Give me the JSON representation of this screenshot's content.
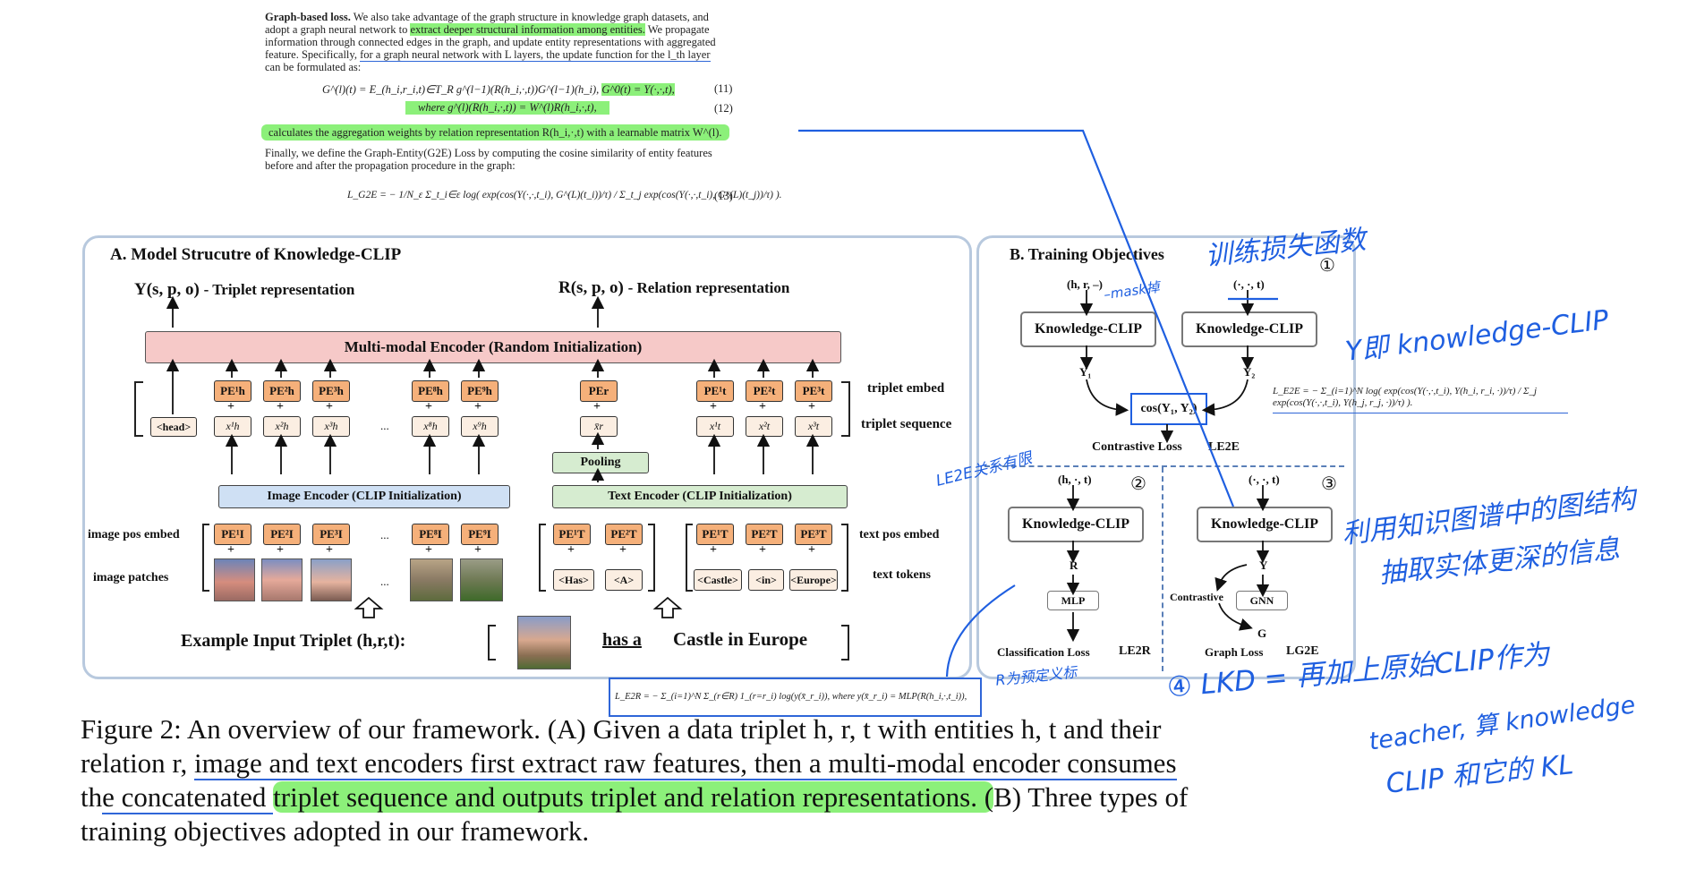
{
  "paper": {
    "heading": "Graph-based loss.",
    "p1_a": "We also take advantage of the graph structure in knowledge graph datasets, and",
    "p1_b_pre": "adopt a graph neural network to ",
    "p1_b_hl": "extract deeper structural information among entities.",
    "p1_b_post": " We propagate",
    "p1_c": "information through connected edges in the graph, and update entity representations with aggregated",
    "p1_d_pre": "feature. Specifically, ",
    "p1_d_ul": "for a graph neural network with L layers, the update function for the l_th layer",
    "p1_e": "can be formulated as:",
    "eq11_lhs": "G^(l)(t) = E_(h_i,r_i,t)∈T_R g^(l−1)(R(h_i,·,t))G^(l−1)(h_i),",
    "eq11_hl": "G^0(t) = Y(·,·,t),",
    "eq11_num": "(11)",
    "eq12": "where  g^(l)(R(h_i,·,t)) = W^(l)R(h_i,·,t),",
    "eq12_num": "(12)",
    "p2_hl": "calculates the aggregation weights by relation representation R(h_i,·,t) with a learnable matrix W^(l).",
    "p3_a": "Finally, we define the Graph-Entity(G2E) Loss by computing the cosine similarity of entity features",
    "p3_b": "before and after the propagation procedure in the graph:",
    "eq13": "L_G2E = − 1/N_ε Σ_t_i∈ε log( exp(cos(Y(·,·,t_i), G^(L)(t_i))/τ) / Σ_t_j exp(cos(Y(·,·,t_i), G^(L)(t_j))/τ) ).",
    "eq13_num": "(13)"
  },
  "panelA": {
    "title": "A. Model Strucutre of Knowledge-CLIP",
    "y_label": "Y(s, p, o)",
    "y_desc": "- Triplet representation",
    "r_label": "R(s, p, o)",
    "r_desc": "- Relation representation",
    "mm_encoder": "Multi-modal Encoder (Random Initialization)",
    "head": "<head>",
    "pe_h": [
      "PE¹h",
      "PE²h",
      "PE³h",
      "PE⁸h",
      "PE⁹h"
    ],
    "pe_r": "PEr",
    "pe_t": [
      "PE¹t",
      "PE²t",
      "PE³t"
    ],
    "x_h": [
      "x¹h",
      "x²h",
      "x³h",
      "x⁸h",
      "x⁹h"
    ],
    "x_r": "x̄r",
    "x_t": [
      "x¹t",
      "x²t",
      "x³t"
    ],
    "dots": "...",
    "triplet_embed": "triplet embed",
    "triplet_sequence": "triplet sequence",
    "pooling": "Pooling",
    "image_encoder": "Image Encoder (CLIP Initialization)",
    "text_encoder": "Text Encoder (CLIP Initialization)",
    "pe_I": [
      "PE¹I",
      "PE²I",
      "PE³I",
      "PE⁸I",
      "PE⁹I"
    ],
    "pe_T_rel": [
      "PE¹T",
      "PE²T"
    ],
    "pe_T_tail": [
      "PE¹T",
      "PE²T",
      "PE³T"
    ],
    "image_pos_embed": "image pos embed",
    "image_patches": "image patches",
    "text_pos_embed": "text pos embed",
    "text_tokens": "text tokens",
    "tokens_rel": [
      "<Has>",
      "<A>"
    ],
    "tokens_tail": [
      "<Castle>",
      "<in>",
      "<Europe>"
    ],
    "example": "Example Input Triplet (h,r,t):",
    "has_a": "has a",
    "castle": "Castle in Europe",
    "plus": "+"
  },
  "panelB": {
    "title": "B. Training Objectives",
    "in1": "(h, r, –)",
    "in2": "(·, ·, t)",
    "kc": "Knowledge-CLIP",
    "y1": "Y₁",
    "y2": "Y₂",
    "cos": "cos(Y₁, Y₂)",
    "contrastive_loss": "Contrastive Loss",
    "l_e2e": "LE2E",
    "in3": "(h, ·, t)",
    "in4": "(·, ·, t)",
    "r": "R",
    "y": "Y",
    "mlp": "MLP",
    "gnn": "GNN",
    "g": "G",
    "contrastive": "Contrastive",
    "class_loss": "Classification Loss",
    "l_e2r": "LE2R",
    "graph_loss": "Graph Loss",
    "l_g2e": "LG2E",
    "n1": "①",
    "n2": "②",
    "n3": "③"
  },
  "side_eq": "L_E2E = − Σ_(i=1)^N log( exp(cos(Y(·,·,t_i), Y(h_i, r_i, ·))/τ) / Σ_j exp(cos(Y(·,·,t_i), Y(h_j, r_j, ·))/τ) ).",
  "bottom_eq": "L_E2R = − Σ_(i=1)^N Σ_(r∈R) 1_(r=r_i) log(y(x̄_r_i)),  where  y(x̄_r_i) = MLP(R(h_i,·,t_i)),",
  "caption": {
    "l1": "Figure 2: An overview of our framework. (A) Given a data triplet h, r, t with entities h, t and their",
    "l2_pre": "relation r, ",
    "l2_ul": "image and text encoders first extract raw features, then a multi-modal encoder consumes",
    "l3_pre": "th",
    "l3_ul": "e concatenated ",
    "l3_hl": "triplet sequence and outputs triplet and relation representations. (",
    "l3_post": "B) Three types of",
    "l4": "training objectives adopted in our framework."
  },
  "notes": {
    "n1": "训练损失函数",
    "n2": "–mask掉",
    "n3": "Y即 knowledge-CLIP",
    "n4": "LE2E关系有限",
    "n5a": "利用知识图谱中的图结构",
    "n5b": "抽取实体更深的信息",
    "n6": "R为预定义标",
    "n7a": "④ LKD = 再加上原始CLIP作为",
    "n7b": "teacher, 算 knowledge",
    "n7c": "CLIP 和它的 KL"
  },
  "colors": {
    "highlight": "#8cf07a",
    "ink": "#1f5fe0",
    "panel_border": "#b8c9de"
  }
}
